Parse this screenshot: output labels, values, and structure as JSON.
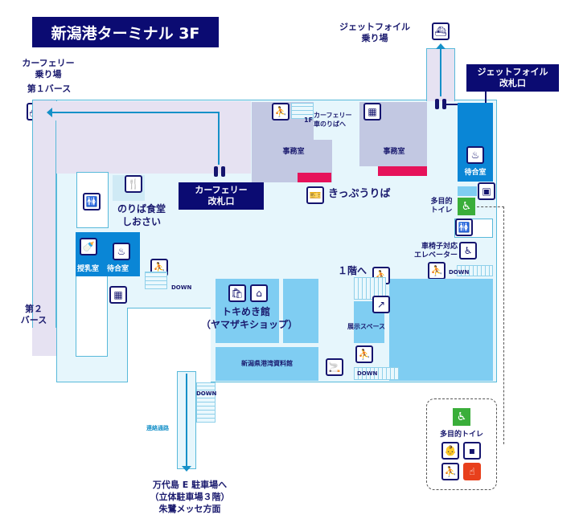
{
  "title": "新潟港ターミナル 3F",
  "labels": {
    "car_ferry_boarding": "カーフェリー\n乗り場",
    "berth1": "第１バース",
    "berth2": "第２\nバース",
    "jetfoil_boarding": "ジェットフォイル\n乗り場",
    "jetfoil_gate": "ジェットフォイル\n改札口",
    "car_ferry_gate": "カーフェリー\n改札口",
    "to_car_ferry_car": "カーフェリー\n車のりばへ",
    "stair_1f": "1F",
    "office": "事務室",
    "ticket": "きっぷうりば",
    "restaurant": "のりば食堂\nしおさい",
    "nursing_room": "授乳室",
    "waiting_room": "待合室",
    "multi_toilet": "多目的\nトイレ",
    "wheelchair_elevator": "車椅子対応\nエレベーター",
    "to_1f": "１階へ",
    "shop": "トキめき館\n（ヤマザキショップ）",
    "exhibition": "展示スペース",
    "port_archive": "新潟県港湾資料館",
    "connecting_passage": "連絡通路",
    "bandai_parking": "万代島 E 駐車場へ\n（立体駐車場３階）\n朱鷺メッセ方面",
    "down": "DOWN",
    "legend_multi_toilet": "多目的トイレ"
  },
  "icons": {
    "ship": "ship-icon",
    "stairs": "stairs-icon",
    "elevator": "elevator-icon",
    "toilet": "restroom-icon",
    "restaurant": "restaurant-icon",
    "nursing": "nursing-icon",
    "waiting": "waiting-room-icon",
    "wheelchair": "wheelchair-icon",
    "ticket": "ticket-office-icon",
    "locker": "locker-icon",
    "escalator": "escalator-icon",
    "shop": "shop-icon",
    "smoking": "smoking-icon",
    "baby_chair": "baby-chair-icon",
    "ostomate": "ostomate-icon",
    "changing_board": "changing-board-icon",
    "emergency_call": "emergency-call-icon"
  },
  "colors": {
    "title_bg": "#0b0b72",
    "accent_red": "#e6125a",
    "wheelchair_green": "#3aae3a",
    "emergency_red": "#e8401c"
  }
}
